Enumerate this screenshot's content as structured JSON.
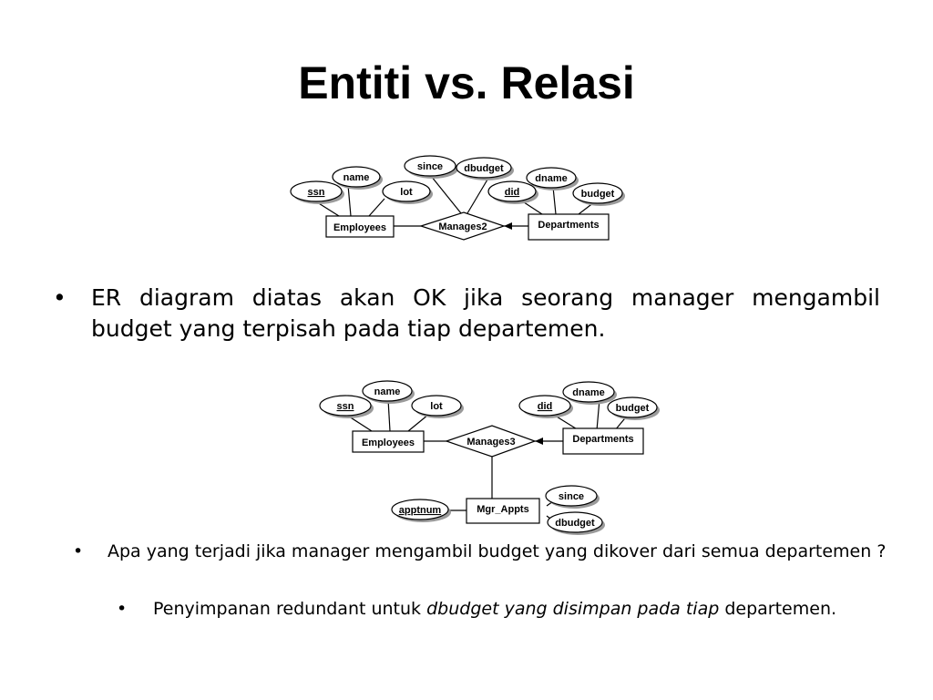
{
  "slide": {
    "title": "Entiti vs. Relasi"
  },
  "diagram1": {
    "entities": {
      "employees": "Employees",
      "departments": "Departments"
    },
    "relationship": "Manages2",
    "attributes": {
      "ssn": "ssn",
      "name": "name",
      "lot": "lot",
      "since": "since",
      "dbudget": "dbudget",
      "did": "did",
      "dname": "dname",
      "budget": "budget"
    }
  },
  "diagram2": {
    "entities": {
      "employees": "Employees",
      "departments": "Departments",
      "mgr_appts": "Mgr_Appts"
    },
    "relationship": "Manages3",
    "attributes": {
      "ssn": "ssn",
      "name": "name",
      "lot": "lot",
      "did": "did",
      "dname": "dname",
      "budget": "budget",
      "apptnum": "apptnum",
      "since": "since",
      "dbudget": "dbudget"
    }
  },
  "bullets": {
    "main": {
      "symbol": "•",
      "text": "ER diagram diatas akan OK jika seorang manager mengambil budget yang terpisah pada tiap departemen."
    },
    "sub1": {
      "symbol": "•",
      "text": "Apa yang terjadi jika manager mengambil budget yang dikover dari semua departemen ?"
    },
    "sub2": {
      "symbol": "•",
      "text_plain": "Penyimpanan redundant untuk ",
      "text_italic": "dbudget yang disimpan pada tiap",
      "text_tail": " departemen."
    }
  }
}
